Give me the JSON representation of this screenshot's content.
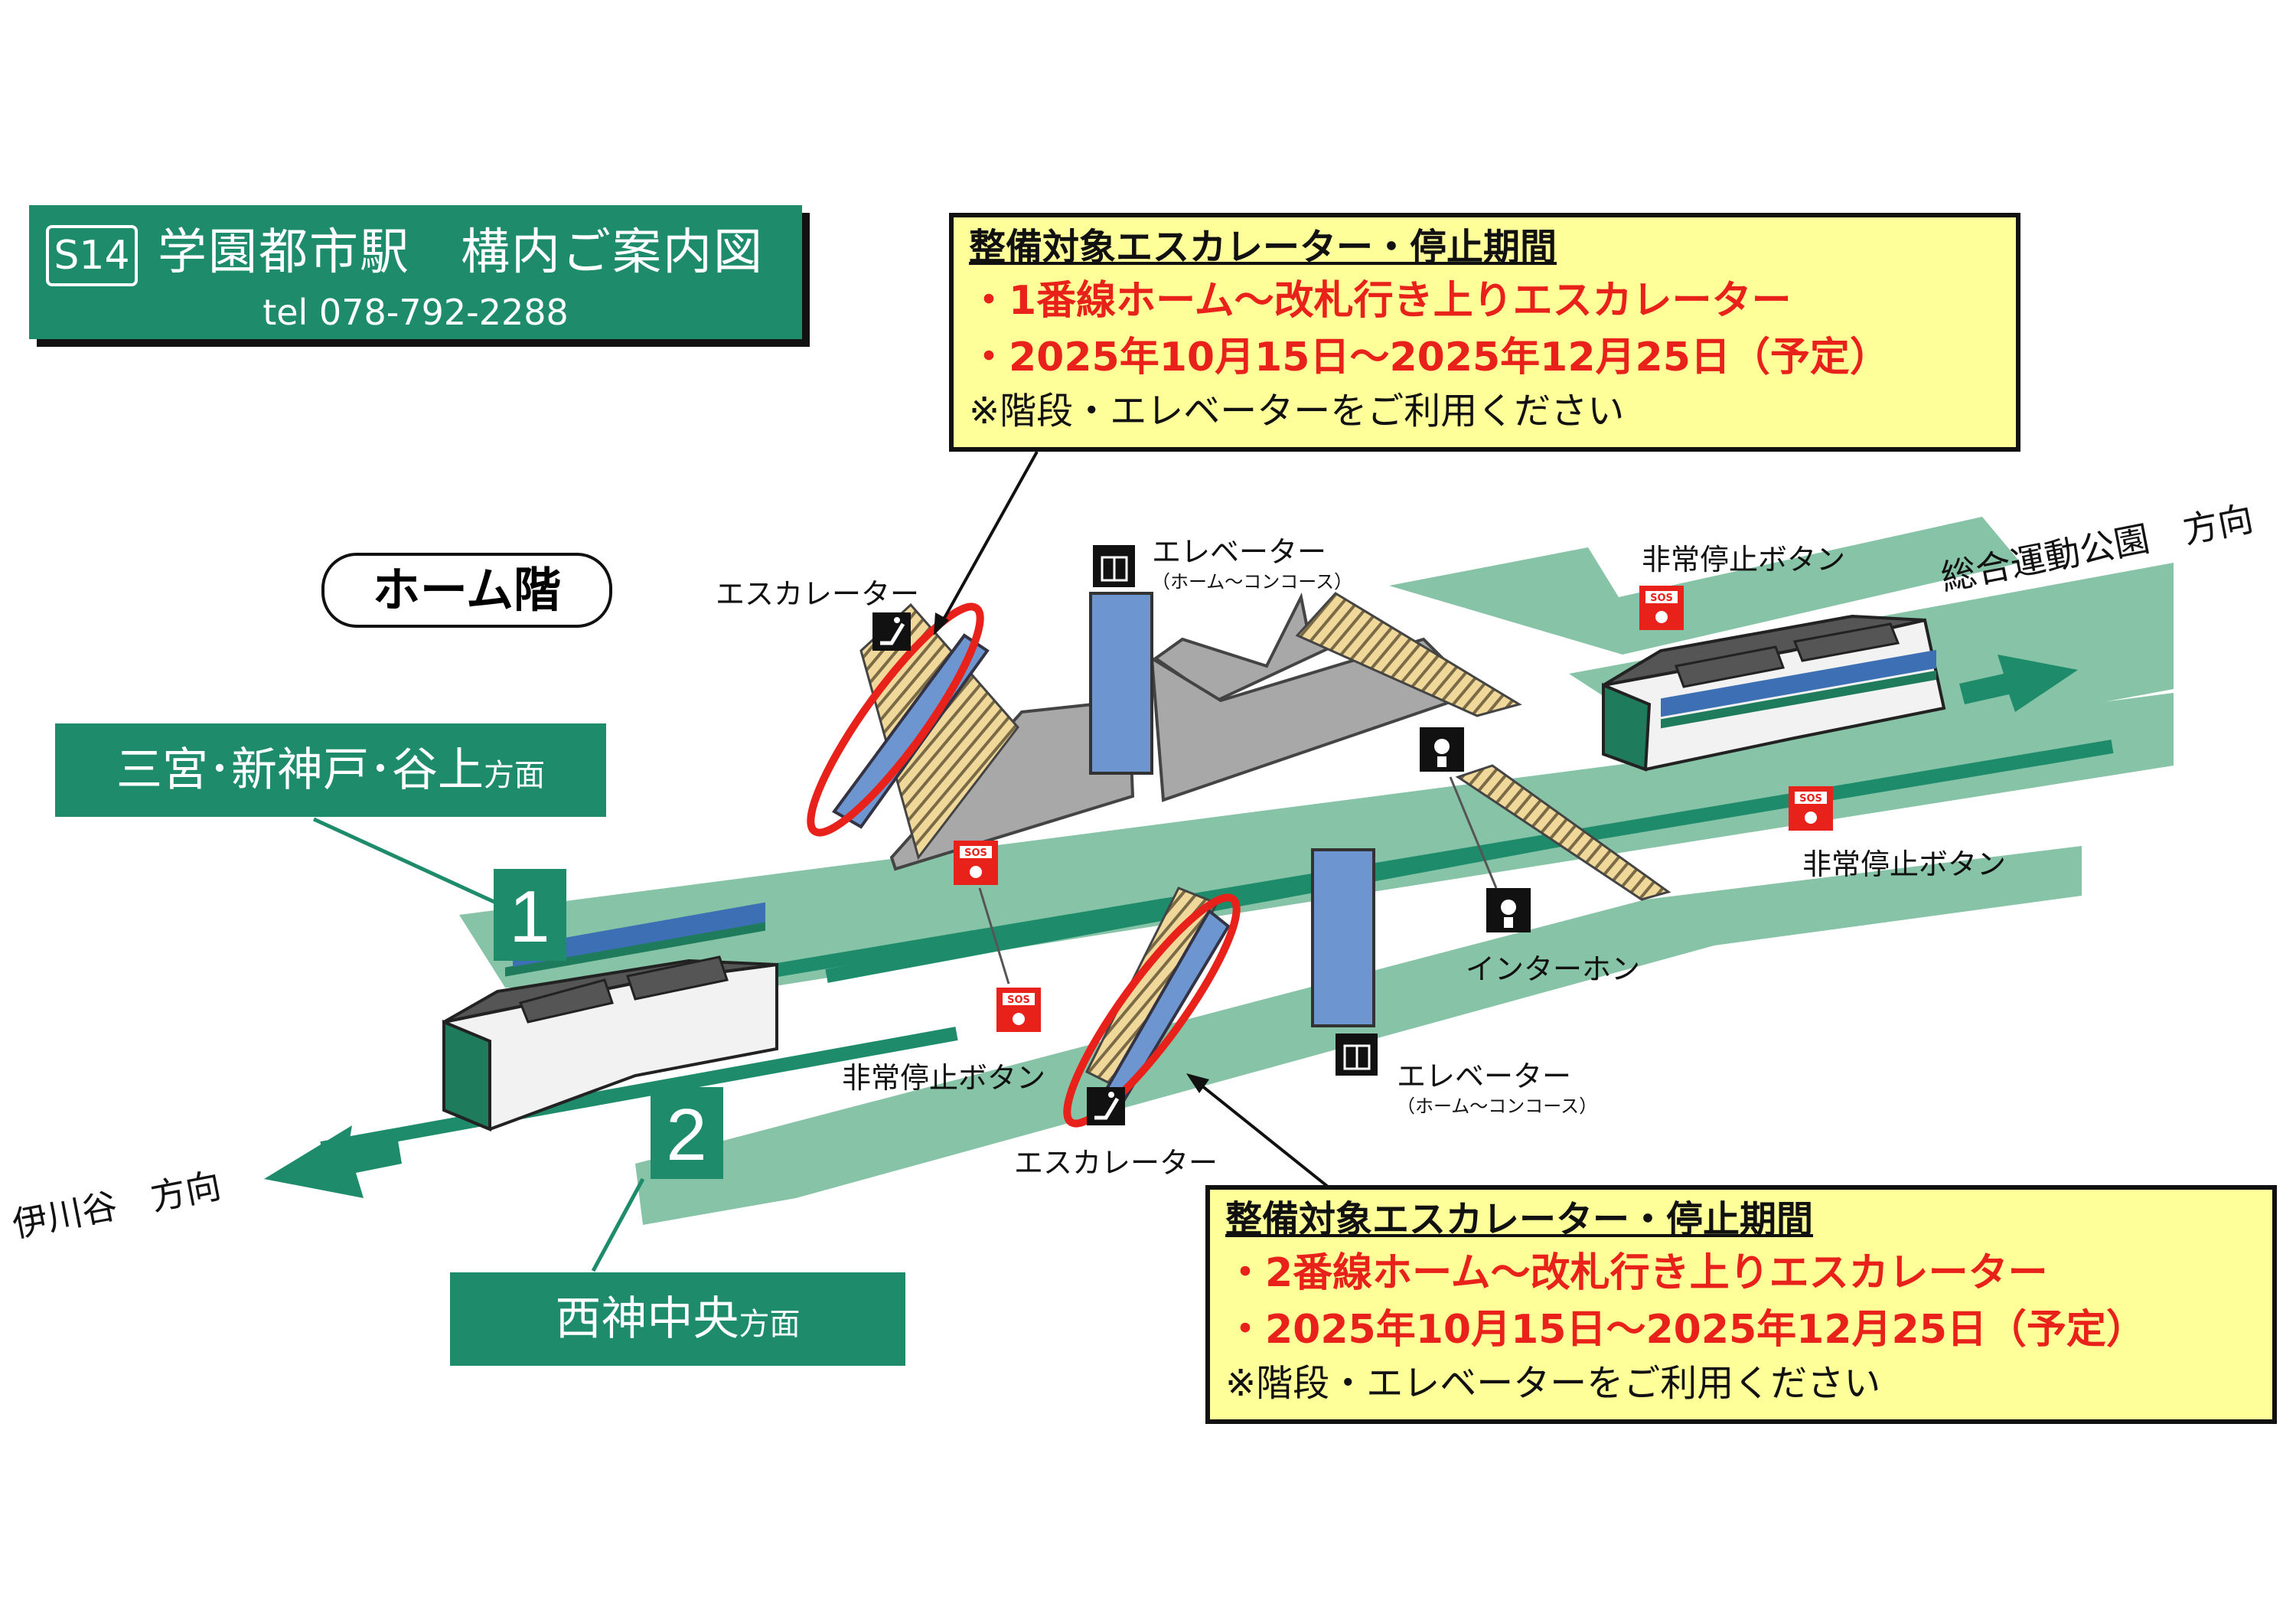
{
  "header": {
    "station_code": "S14",
    "title": "学園都市駅　構内ご案内図",
    "tel": "tel 078-792-2288"
  },
  "floor_label": "ホーム階",
  "notices": [
    {
      "heading": "整備対象エスカレーター・停止期間",
      "line1": "・1番線ホーム～改札行き上りエスカレーター",
      "line2": "・2025年10月15日～2025年12月25日（予定）",
      "note": "※階段・エレベーターをご利用ください"
    },
    {
      "heading": "整備対象エスカレーター・停止期間",
      "line1": "・2番線ホーム～改札行き上りエスカレーター",
      "line2": "・2025年10月15日～2025年12月25日（予定）",
      "note": "※階段・エレベーターをご利用ください"
    }
  ],
  "directions": {
    "platform1": {
      "number": "1",
      "dest_main": "三宮･新神戸･谷上",
      "dest_suffix": "方面"
    },
    "platform2": {
      "number": "2",
      "dest_main": "西神中央",
      "dest_suffix": "方面"
    },
    "right_direction": "総合運動公園　方向",
    "left_direction": "伊川谷　方向"
  },
  "labels": {
    "escalator_top": "エスカレーター",
    "escalator_bottom": "エスカレーター",
    "elevator_top": "エレベーター",
    "elevator_top_sub": "（ホーム～コンコース）",
    "elevator_bottom": "エレベーター",
    "elevator_bottom_sub": "（ホーム～コンコース）",
    "emergency_top_right": "非常停止ボタン",
    "emergency_right": "非常停止ボタン",
    "emergency_center": "非常停止ボタン",
    "intercom": "インターホン",
    "sos": "SOS"
  },
  "colors": {
    "brand_green": "#1e8c6b",
    "platform_green": "#86c3a7",
    "notice_yellow": "#ffff99",
    "alert_red": "#e8211a",
    "elevator_blue": "#6d95cf"
  }
}
